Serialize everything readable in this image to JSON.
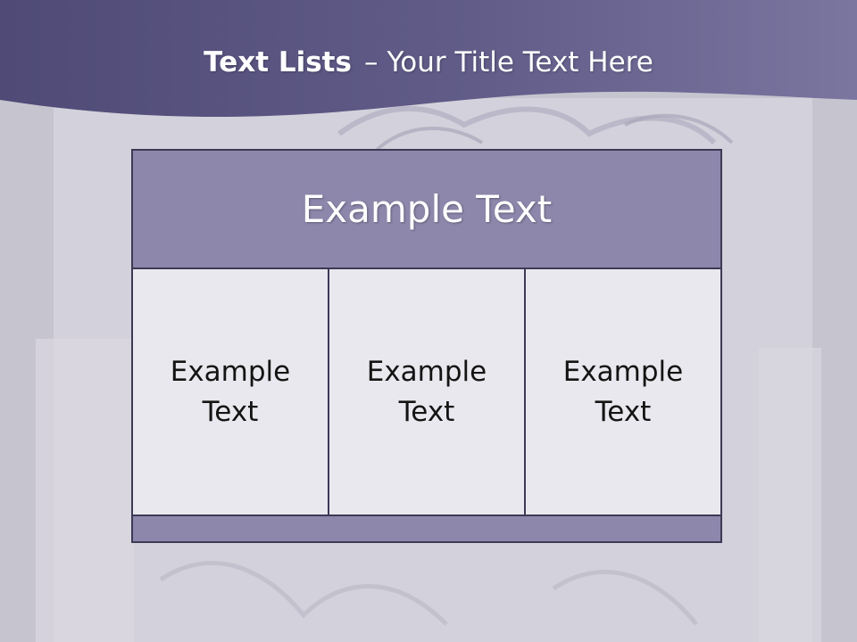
{
  "slide": {
    "title_bold": "Text Lists",
    "title_separator": "–",
    "title_rest": "Your Title Text Here"
  },
  "table": {
    "header": "Example Text",
    "columns": [
      "Example\nText",
      "Example\nText",
      "Example\nText"
    ]
  },
  "colors": {
    "title_band": "#605b86",
    "header_fill": "#8c87ab",
    "cell_fill": "#e9e8ee",
    "border": "#3c3a55",
    "background": "#c9c7d2"
  }
}
